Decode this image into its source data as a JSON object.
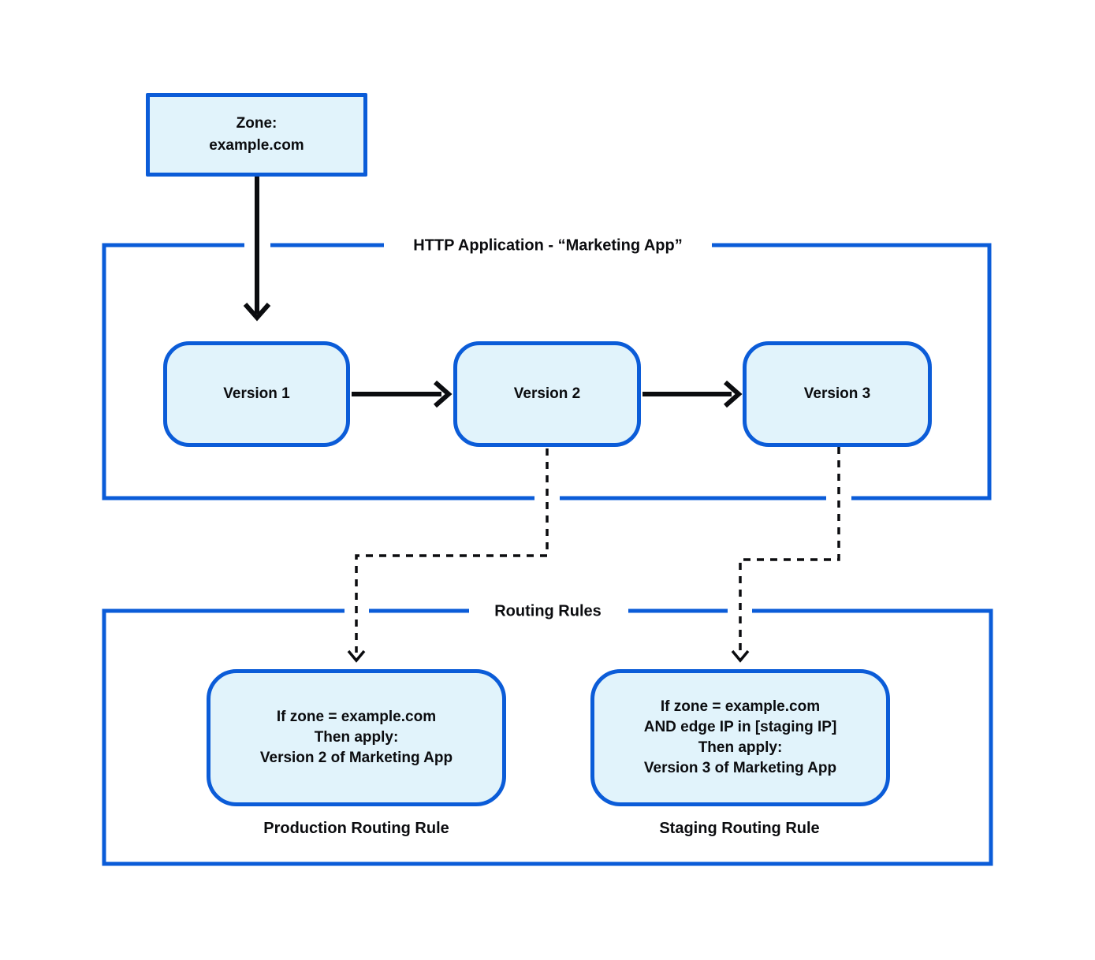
{
  "colors": {
    "accent_blue": "#0b5cd8",
    "box_fill_light_blue": "#e1f3fb",
    "line_black": "#0b0c0f",
    "background": "#ffffff"
  },
  "zone_box": {
    "line1": "Zone:",
    "line2": "example.com"
  },
  "http_app": {
    "title": "HTTP Application - “Marketing App”",
    "versions": [
      {
        "label": "Version 1"
      },
      {
        "label": "Version 2"
      },
      {
        "label": "Version 3"
      }
    ]
  },
  "routing": {
    "title": "Routing Rules",
    "rules": [
      {
        "lines": [
          "If zone = example.com",
          "Then apply:",
          "Version 2 of Marketing App"
        ],
        "caption": "Production Routing Rule"
      },
      {
        "lines": [
          "If zone = example.com",
          "AND edge IP in [staging IP]",
          "Then apply:",
          "Version 3 of Marketing App"
        ],
        "caption": "Staging Routing Rule"
      }
    ]
  }
}
